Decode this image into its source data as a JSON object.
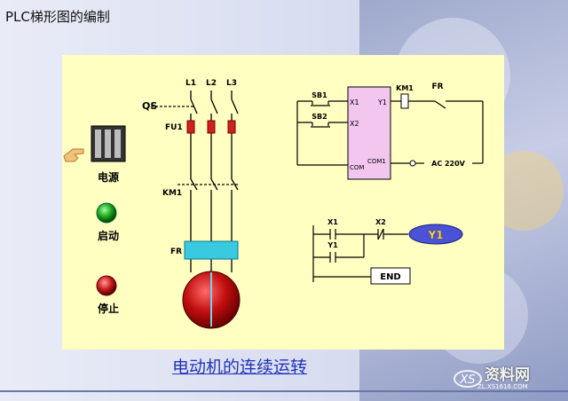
{
  "page": {
    "title": "PLC梯形图的编制",
    "caption": "电动机的连续运转"
  },
  "controls": {
    "power_label": "电源",
    "start_label": "启动",
    "stop_label": "停止"
  },
  "circuit": {
    "phases": [
      "L1",
      "L2",
      "L3"
    ],
    "switch": "QS",
    "fuse": "FU1",
    "contactor": "KM1",
    "relay": "FR"
  },
  "plc": {
    "buttons": [
      "SB1",
      "SB2"
    ],
    "inputs": [
      "X1",
      "X2"
    ],
    "output": "Y1",
    "com_in": "COM",
    "com_out": "COM1",
    "coil": "KM1",
    "overload": "FR",
    "supply": "AC 220V"
  },
  "ladder": {
    "contacts": [
      "X1",
      "X2"
    ],
    "seal_contact": "Y1",
    "output_coil": "Y1",
    "end": "END"
  },
  "watermark": {
    "title": "资料网",
    "url": "ZL.XS1616.COM"
  },
  "colors": {
    "panel": "#ffffc2",
    "fuse": "#d02020",
    "relay": "#39c9e0",
    "motor": "#c01010",
    "coil": "#4a52d6"
  }
}
